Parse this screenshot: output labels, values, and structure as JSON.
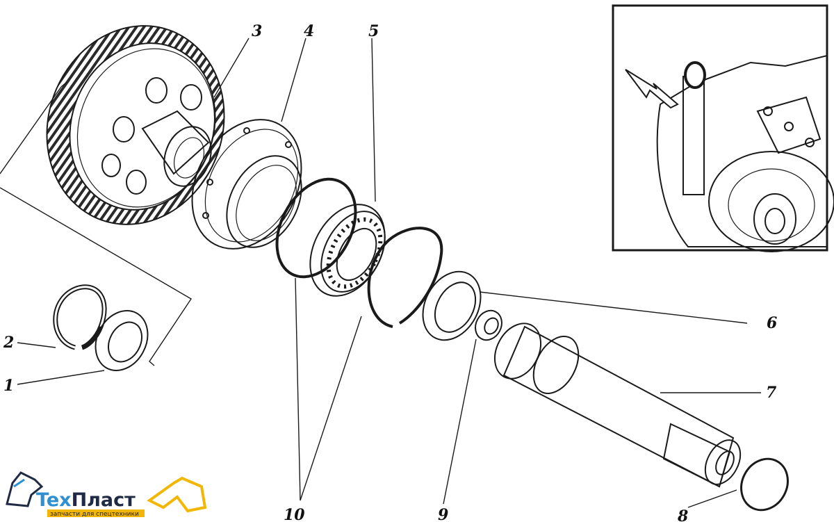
{
  "callouts": [
    "1",
    "2",
    "3",
    "4",
    "5",
    "6",
    "7",
    "8",
    "9",
    "10"
  ],
  "logo": {
    "name_part1": "Tex",
    "name_part2": "Пласт",
    "tagline": "запчасти для спецтехники",
    "color_primary": "#2f8fd0",
    "color_accent": "#f2b705",
    "color_dark": "#1f2a44"
  },
  "colors": {
    "ink": "#1a1a1a",
    "background": "#ffffff"
  }
}
